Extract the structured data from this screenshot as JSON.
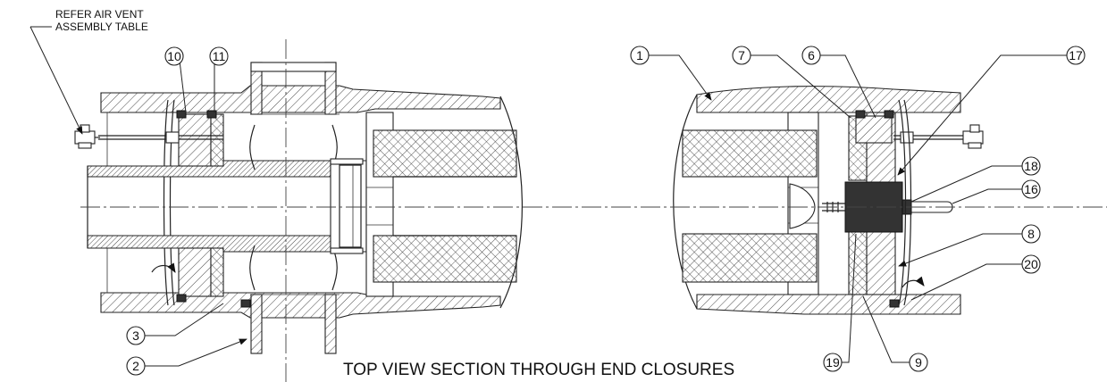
{
  "note": {
    "line1": "REFER AIR VENT",
    "line2": "ASSEMBLY TABLE"
  },
  "title": "TOP VIEW SECTION THROUGH END CLOSURES",
  "balloons": {
    "b1": "1",
    "b2": "2",
    "b3": "3",
    "b6": "6",
    "b7": "7",
    "b8": "8",
    "b9": "9",
    "b10": "10",
    "b11": "11",
    "b16": "16",
    "b17": "17",
    "b18": "18",
    "b19": "19",
    "b20": "20"
  },
  "colors": {
    "line": "#222222",
    "background": "#ffffff"
  }
}
